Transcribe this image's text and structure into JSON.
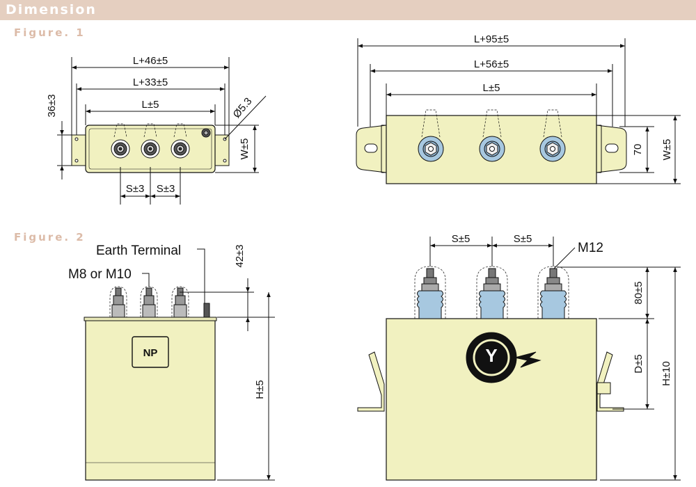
{
  "header": {
    "title": "Dimension"
  },
  "figures": {
    "fig1_label": "Figure. 1",
    "fig2_label": "Figure. 2"
  },
  "fig1_left": {
    "dim_total": "L+46±5",
    "dim_mid": "L+33±5",
    "dim_body": "L±5",
    "dim_height": "36±3",
    "dim_hole": "Ø5.3",
    "dim_width": "W±5",
    "dim_s1": "S±3",
    "dim_s2": "S±3"
  },
  "fig1_right": {
    "dim_total": "L+95±5",
    "dim_mid": "L+56±5",
    "dim_body": "L±5",
    "dim_70": "70",
    "dim_width": "W±5"
  },
  "fig2_left": {
    "earth_label": "Earth Terminal",
    "bolt_label": "M8 or M10",
    "np_label": "NP",
    "dim_42": "42±3",
    "dim_h": "H±5"
  },
  "fig2_right": {
    "dim_s1": "S±5",
    "dim_s2": "S±5",
    "bolt_label": "M12",
    "dim_80": "80±5",
    "dim_d": "D±5",
    "dim_h": "H±10",
    "logo_letter": "Y"
  },
  "colors": {
    "body": "#f1f1c0",
    "insulator": "#a7c8e0",
    "header": "#e5cfc0",
    "label": "#dcbba8"
  }
}
